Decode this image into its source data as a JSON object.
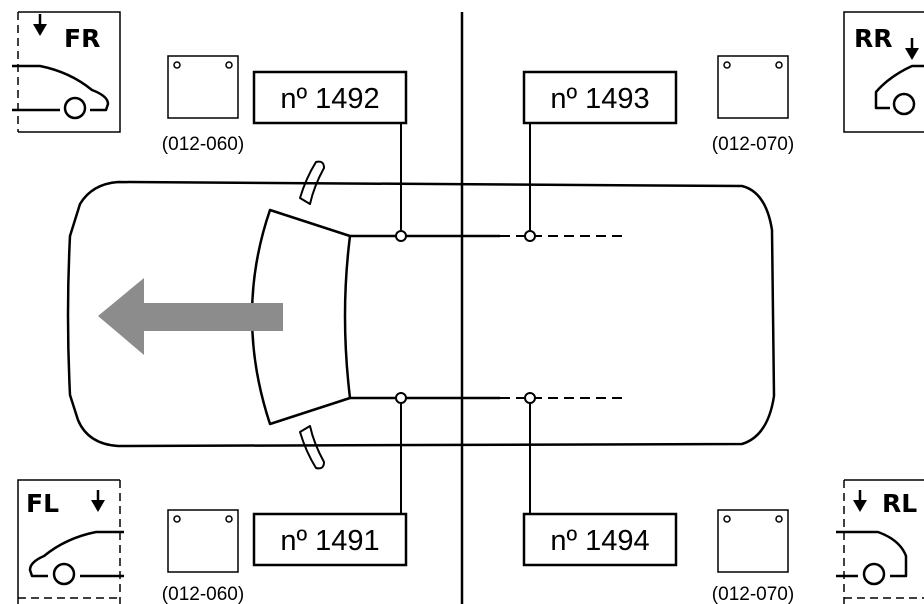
{
  "corners": {
    "front_right": "FR",
    "rear_right": "RR",
    "front_left": "FL",
    "rear_left": "RL"
  },
  "labels": {
    "top_left": "nº 1492",
    "top_right": "nº 1493",
    "bottom_left": "nº 1491",
    "bottom_right": "nº 1494"
  },
  "codes": {
    "top_left": "(012-060)",
    "top_right": "(012-070)",
    "bottom_left": "(012-060)",
    "bottom_right": "(012-070)"
  },
  "colors": {
    "line": "#000000",
    "arrow": "#8c8c8c",
    "background": "#ffffff"
  },
  "icons": {
    "direction": "arrow-left-icon",
    "car_side": "car-side-icon",
    "down_arrow": "arrow-down-icon",
    "part": "rectangle-part-icon"
  }
}
